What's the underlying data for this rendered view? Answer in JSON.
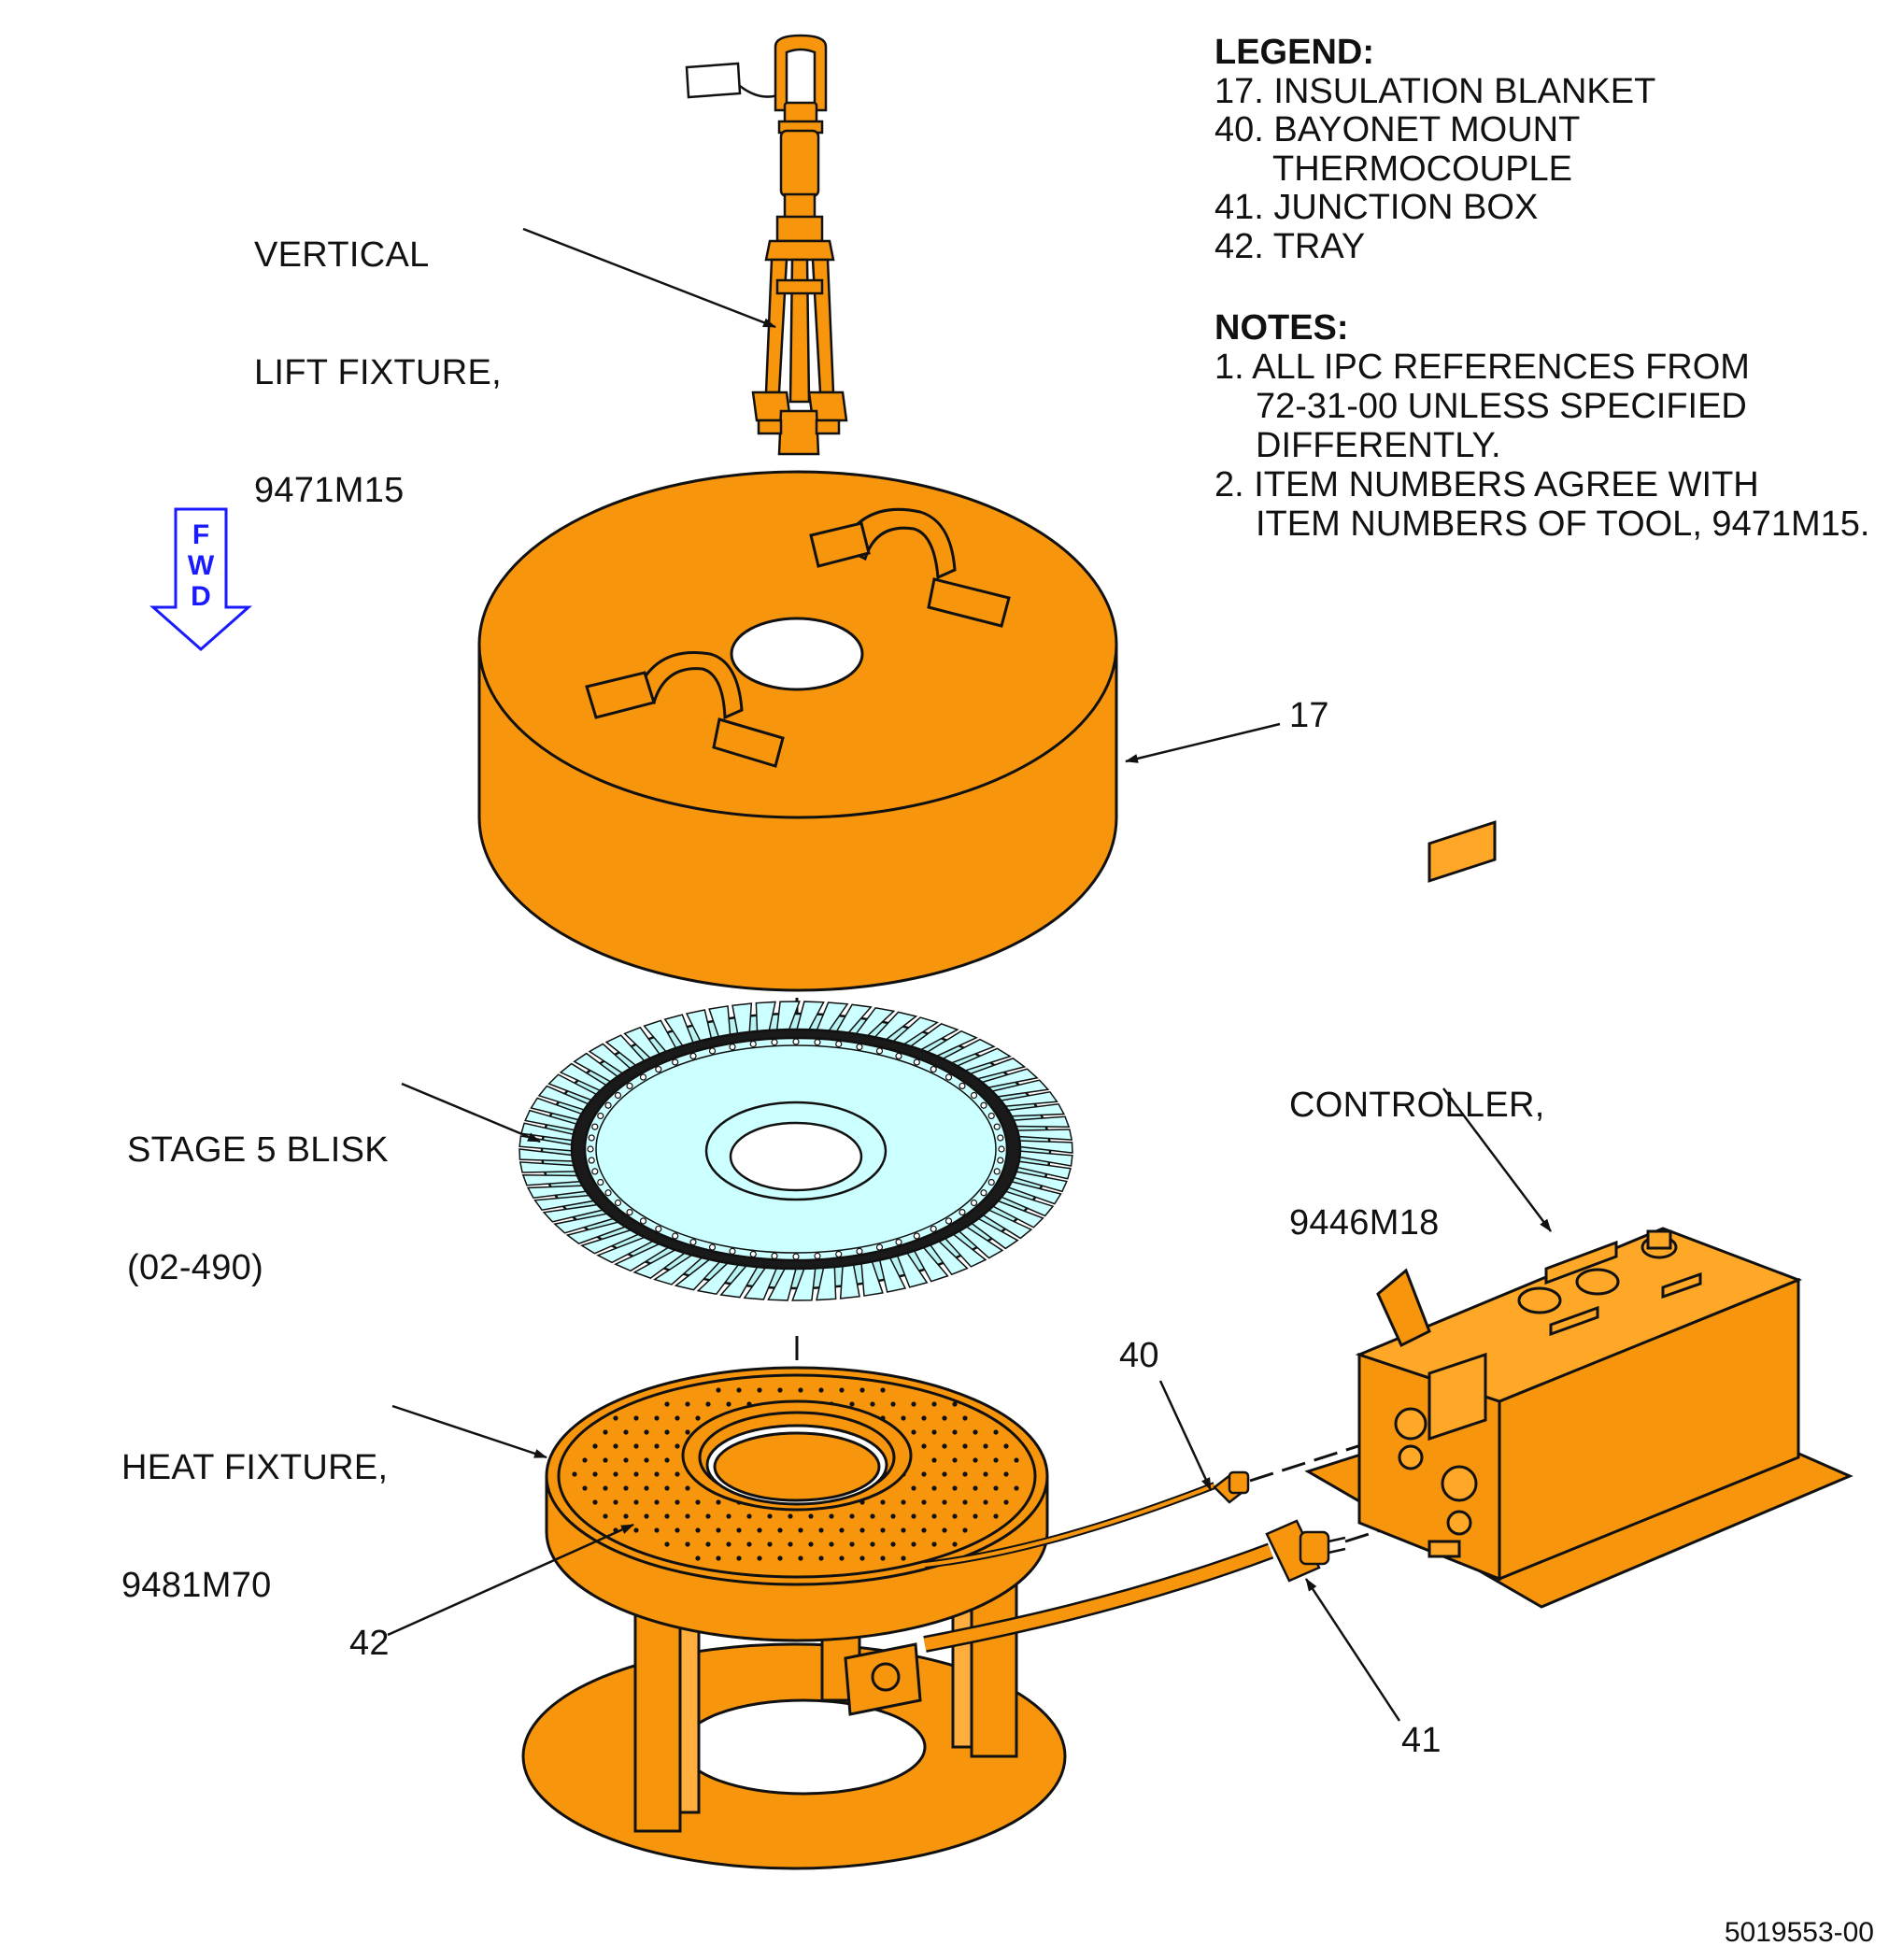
{
  "callouts": {
    "lift_fixture": [
      "VERTICAL",
      "LIFT FIXTURE,",
      "9471M15"
    ],
    "blisk": [
      "STAGE 5 BLISK",
      "(02-490)"
    ],
    "heat_fixture": [
      "HEAT FIXTURE,",
      "9481M70"
    ],
    "controller": [
      "CONTROLLER,",
      "9446M18"
    ],
    "item_17": "17",
    "item_40": "40",
    "item_41": "41",
    "item_42": "42"
  },
  "legend": {
    "title": "LEGEND:",
    "items": [
      "17. INSULATION BLANKET",
      "40. BAYONET MOUNT",
      "THERMOCOUPLE",
      "41. JUNCTION BOX",
      "42. TRAY"
    ]
  },
  "notes": {
    "title": "NOTES:",
    "lines": [
      "1. ALL IPC REFERENCES FROM",
      "72-31-00 UNLESS SPECIFIED",
      "DIFFERENTLY.",
      "2. ITEM NUMBERS AGREE WITH",
      "ITEM NUMBERS OF TOOL, 9471M15."
    ]
  },
  "fwd_arrow": {
    "letters": [
      "F",
      "W",
      "D"
    ],
    "color": "#1a1aff"
  },
  "doc_number": "5019553-00",
  "colors": {
    "part_fill": "#f7950c",
    "part_light": "#ffb04a",
    "blisk_fill": "#ccffff",
    "outline": "#111111"
  }
}
